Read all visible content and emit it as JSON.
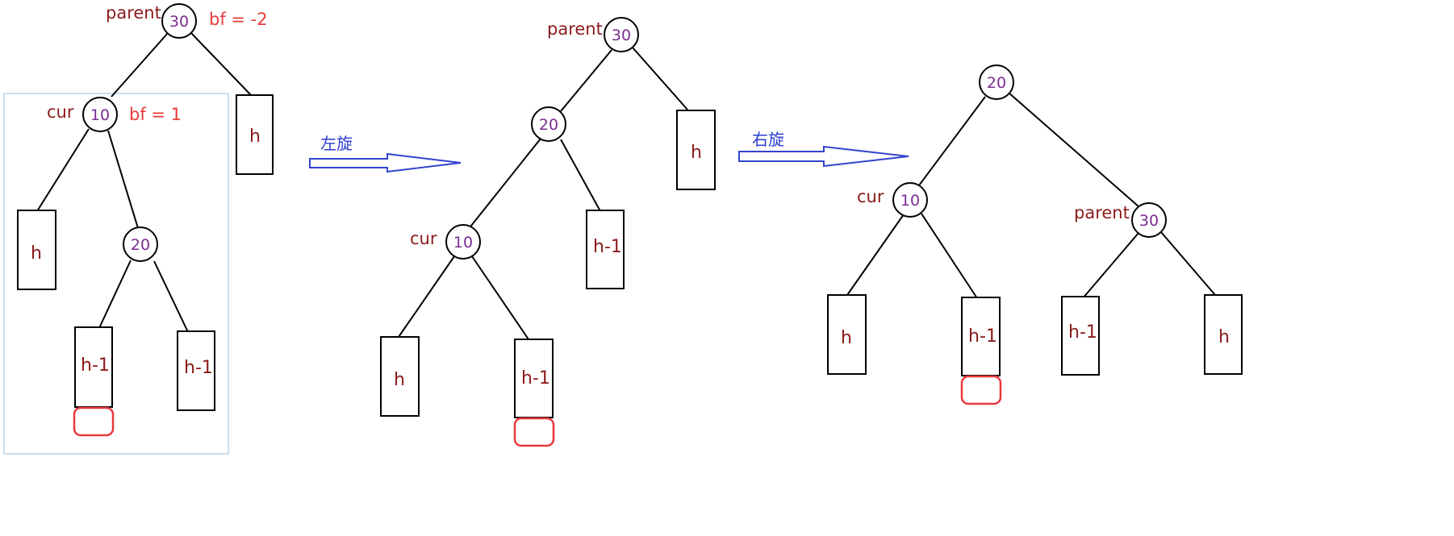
{
  "colors": {
    "line": "#000000",
    "node_text": "#7b2d91",
    "label_text": "#8b1a1a",
    "bf_text": "#e83a3a",
    "highlight_box": "#e8383d",
    "frame": "#b9d3ec",
    "arrow": "#3344cc",
    "arrow_label": "#2c3bd3"
  },
  "stage1": {
    "parent_node": "30",
    "parent_tag": "parent",
    "parent_bf": "bf = -2",
    "cur_node": "10",
    "cur_tag": "cur",
    "cur_bf": "bf = 1",
    "child_node": "20",
    "right_subtree": "h",
    "left_subtree": "h",
    "child_left_subtree": "h-1",
    "child_right_subtree": "h-1"
  },
  "arrow1": {
    "label": "左旋"
  },
  "stage2": {
    "parent_node": "30",
    "parent_tag": "parent",
    "mid_node": "20",
    "cur_node": "10",
    "cur_tag": "cur",
    "right_subtree": "h",
    "mid_right_subtree": "h-1",
    "cur_left_subtree": "h",
    "cur_right_subtree": "h-1"
  },
  "arrow2": {
    "label": "右旋"
  },
  "stage3": {
    "root_node": "20",
    "cur_node": "10",
    "cur_tag": "cur",
    "parent_node": "30",
    "parent_tag": "parent",
    "cur_left_subtree": "h",
    "cur_right_subtree": "h-1",
    "parent_left_subtree": "h-1",
    "parent_right_subtree": "h"
  }
}
